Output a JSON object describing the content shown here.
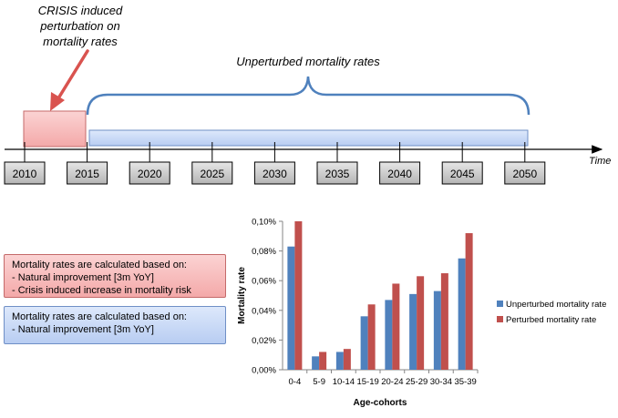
{
  "timeline": {
    "crisis_annotation": [
      "CRISIS induced",
      "perturbation on",
      "mortality rates"
    ],
    "unperturbed_label": "Unperturbed mortality rates",
    "axis_label": "Time",
    "years": [
      "2010",
      "2015",
      "2020",
      "2025",
      "2030",
      "2035",
      "2040",
      "2045",
      "2050"
    ],
    "colors": {
      "crisis": "#f4a9a9",
      "unperturbed": "#b8cdf2",
      "arrow": "#d9534f",
      "brace": "#4f81bd"
    }
  },
  "notes": {
    "crisis": [
      "Mortality rates are calculated based on:",
      "- Natural improvement [3m YoY]",
      "- Crisis induced increase in mortality risk"
    ],
    "unperturbed": [
      "Mortality rates are calculated based on:",
      "- Natural improvement [3m YoY]"
    ]
  },
  "chart_data": {
    "type": "bar",
    "categories": [
      "0-4",
      "5-9",
      "10-14",
      "15-19",
      "20-24",
      "25-29",
      "30-34",
      "35-39"
    ],
    "series": [
      {
        "name": "Unperturbed mortality rate",
        "color": "#4f81bd",
        "values": [
          0.083,
          0.009,
          0.012,
          0.036,
          0.047,
          0.051,
          0.053,
          0.075
        ]
      },
      {
        "name": "Perturbed mortality rate",
        "color": "#c0504d",
        "values": [
          0.1,
          0.012,
          0.014,
          0.044,
          0.058,
          0.063,
          0.065,
          0.092
        ]
      }
    ],
    "xlabel": "Age-cohorts",
    "ylabel": "Mortality rate",
    "ylim": [
      0,
      0.1
    ],
    "yticks": [
      "0,00%",
      "0,02%",
      "0,04%",
      "0,06%",
      "0,08%",
      "0,10%"
    ],
    "legend_position": "right",
    "grid": false
  }
}
